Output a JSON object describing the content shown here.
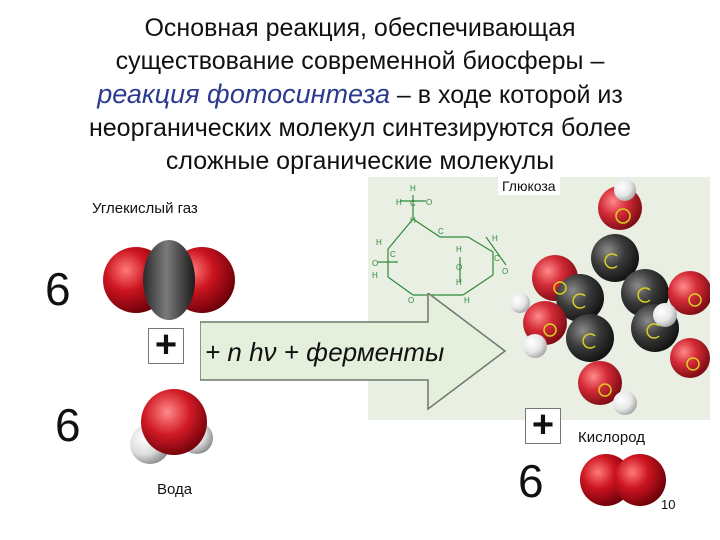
{
  "title": {
    "line1": "Основная реакция, обеспечивающая",
    "line2": "существование современной биосферы –",
    "line3_em": "реакция фотосинтеза",
    "line3_rest": " – в ходе которой из",
    "line4": "неорганических молекул синтезируются более",
    "line5": "сложные органические молекулы"
  },
  "labels": {
    "co2": "Углекислый газ",
    "water": "Вода",
    "glucose": "Глюкоза",
    "oxygen": "Кислород"
  },
  "coefficients": {
    "co2": "6",
    "water": "6",
    "oxygen": "6"
  },
  "plus": "+",
  "arrow_text": "+ n hν + ферменты",
  "atom_labels": {
    "h": "H",
    "c": "C",
    "o": "O"
  },
  "page_number": "10",
  "colors": {
    "oxygen_red": "#c4121c",
    "carbon": "#3a3a3a",
    "hydrogen": "#f2f2f2",
    "arrow_fill": "#e4efdc",
    "panel": "#e9efe3"
  }
}
